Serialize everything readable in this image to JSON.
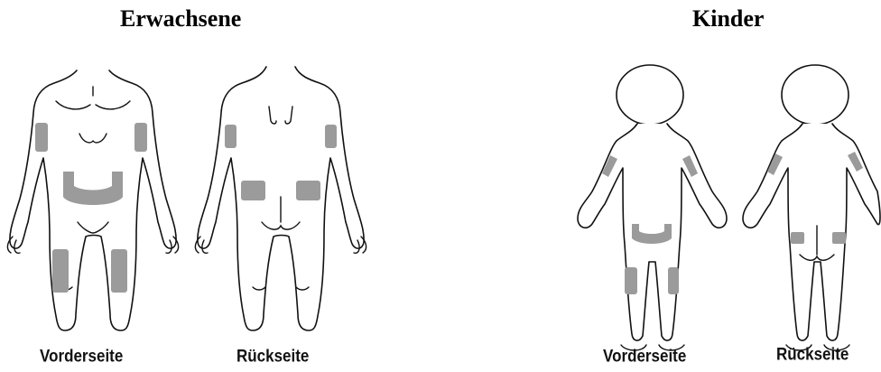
{
  "sections": {
    "adults": {
      "title": "Erwachsene",
      "front_label": "Vorderseite",
      "back_label": "Rückseite"
    },
    "children": {
      "title": "Kinder",
      "front_label": "Vorderseite",
      "back_label": "Rückseite"
    }
  },
  "colors": {
    "injection_zone": "#9b9b9b",
    "outline": "#111111"
  }
}
